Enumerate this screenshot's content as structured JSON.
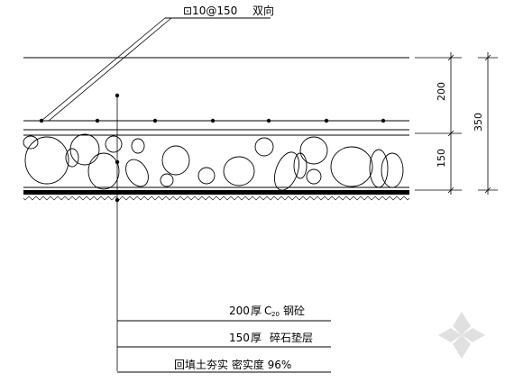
{
  "top_label": {
    "prefix": "⊡10@150",
    "suffix": "双向"
  },
  "dimensions": {
    "upper": "200",
    "lower": "150",
    "total": "350"
  },
  "layers": [
    {
      "thickness": "200",
      "unit": "厚",
      "c": "C",
      "grade": "20",
      "material": "钢砼"
    },
    {
      "thickness": "150",
      "unit": "厚",
      "text": "碎石垫层"
    },
    {
      "text": "回填土夯实 密实度 96%"
    }
  ]
}
